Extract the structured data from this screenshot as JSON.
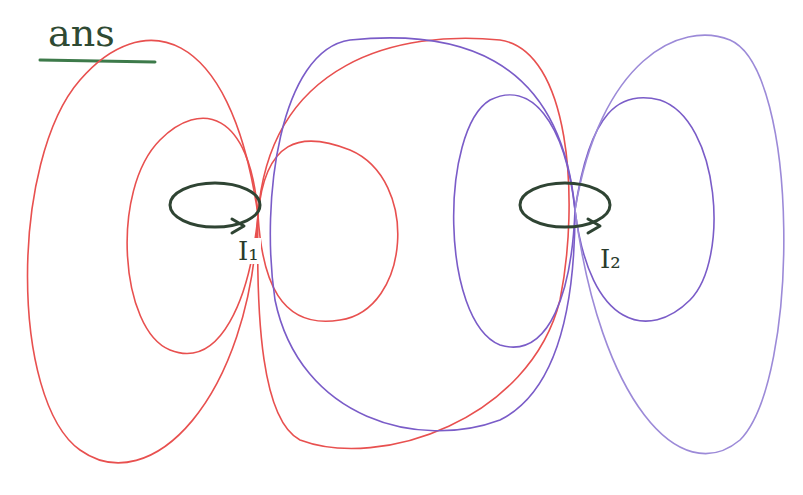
{
  "diagram": {
    "title": "ans",
    "labels": [
      "I₁",
      "I₂"
    ]
  }
}
